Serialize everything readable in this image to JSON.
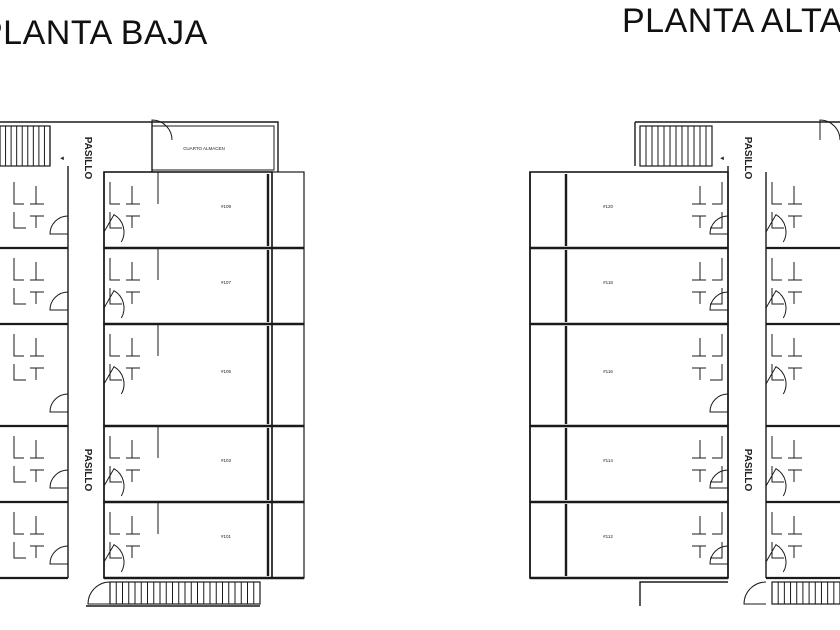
{
  "titles": {
    "left": "PLANTA BAJA",
    "right": "PLANTA ALTA"
  },
  "left_plan": {
    "storage_label": "CUARTO ALMACEN",
    "corridor_labels": [
      "PASILLO",
      "PASILLO"
    ],
    "units": [
      "#109",
      "#107",
      "#105",
      "#103",
      "#101"
    ]
  },
  "right_plan": {
    "corridor_labels": [
      "PASILLO",
      "PASILLO"
    ],
    "units": [
      "#120",
      "#118",
      "#116",
      "#114",
      "#112"
    ]
  },
  "colors": {
    "line": "#1a1a1a",
    "background": "#ffffff"
  }
}
